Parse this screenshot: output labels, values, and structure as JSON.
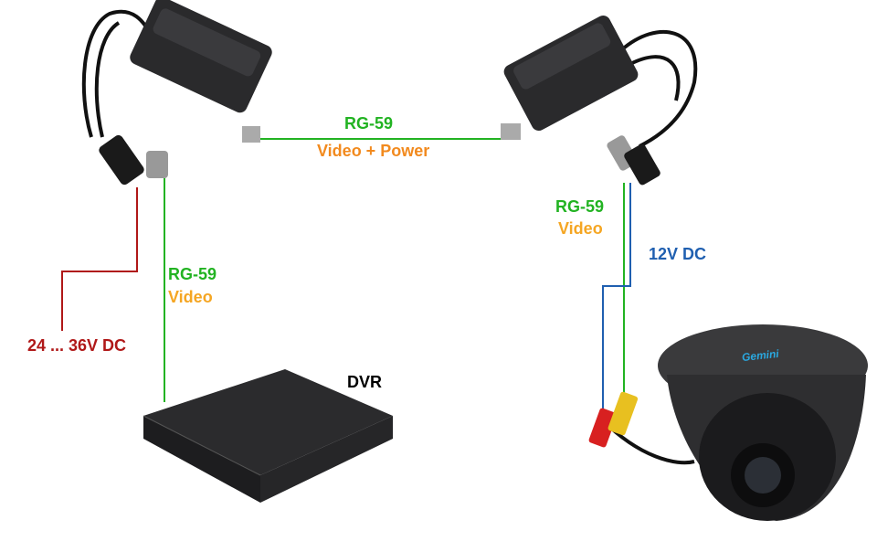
{
  "labels": {
    "top_cable": "RG-59",
    "top_signal": "Video + Power",
    "left_cable": "RG-59",
    "left_signal": "Video",
    "right_cable": "RG-59",
    "right_signal": "Video",
    "power_in": "24 ... 36V DC",
    "power_out": "12V DC",
    "dvr": "DVR",
    "camera_brand": "Gemini"
  },
  "colors": {
    "cable": "#22b322",
    "signal": "#f28a1e",
    "video": "#f5a623",
    "power_in": "#b01818",
    "power_out": "#1f5fb0",
    "device": "#2a2a2c"
  }
}
